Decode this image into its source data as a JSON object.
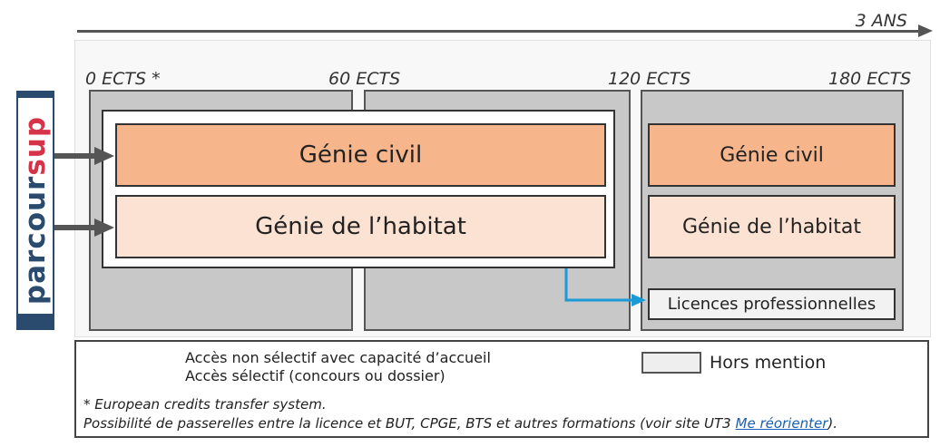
{
  "duration": {
    "label": "3 ANS"
  },
  "credit_marks": [
    {
      "label": "0 ECTS *"
    },
    {
      "label": "60 ECTS"
    },
    {
      "label": "120 ECTS"
    },
    {
      "label": "180 ECTS"
    }
  ],
  "entry": {
    "platform": "parcoursup",
    "platform_parts": [
      "parcour",
      "sup"
    ]
  },
  "tronc_commun": {
    "programs": [
      {
        "label": "Génie civil"
      },
      {
        "label": "Génie de l’habitat"
      }
    ]
  },
  "year3": {
    "programs": [
      {
        "label": "Génie civil"
      },
      {
        "label": "Génie de l’habitat"
      }
    ],
    "selective_track": {
      "label": "Licences professionnelles"
    }
  },
  "legend": {
    "non_selective": "Accès non sélectif avec capacité d’accueil",
    "selective": "Accès sélectif (concours ou dossier)",
    "hors_mention": "Hors mention"
  },
  "notes": {
    "ects": "* European credits transfer system.",
    "passerelles": "Possibilité de passerelles entre la licence et BUT, CPGE, BTS et autres formations (voir site UT3 ",
    "link": "Me réorienter",
    "end": ")."
  },
  "colors": {
    "non_selective_arrow": "#555555",
    "selective_arrow": "#1a9ad6",
    "program_dark": "#f6b58b",
    "program_light": "#fce2d2",
    "block_gray": "#c8c8c8",
    "parcoursup_blue": "#2b4b6e",
    "parcoursup_red": "#d6324a"
  }
}
